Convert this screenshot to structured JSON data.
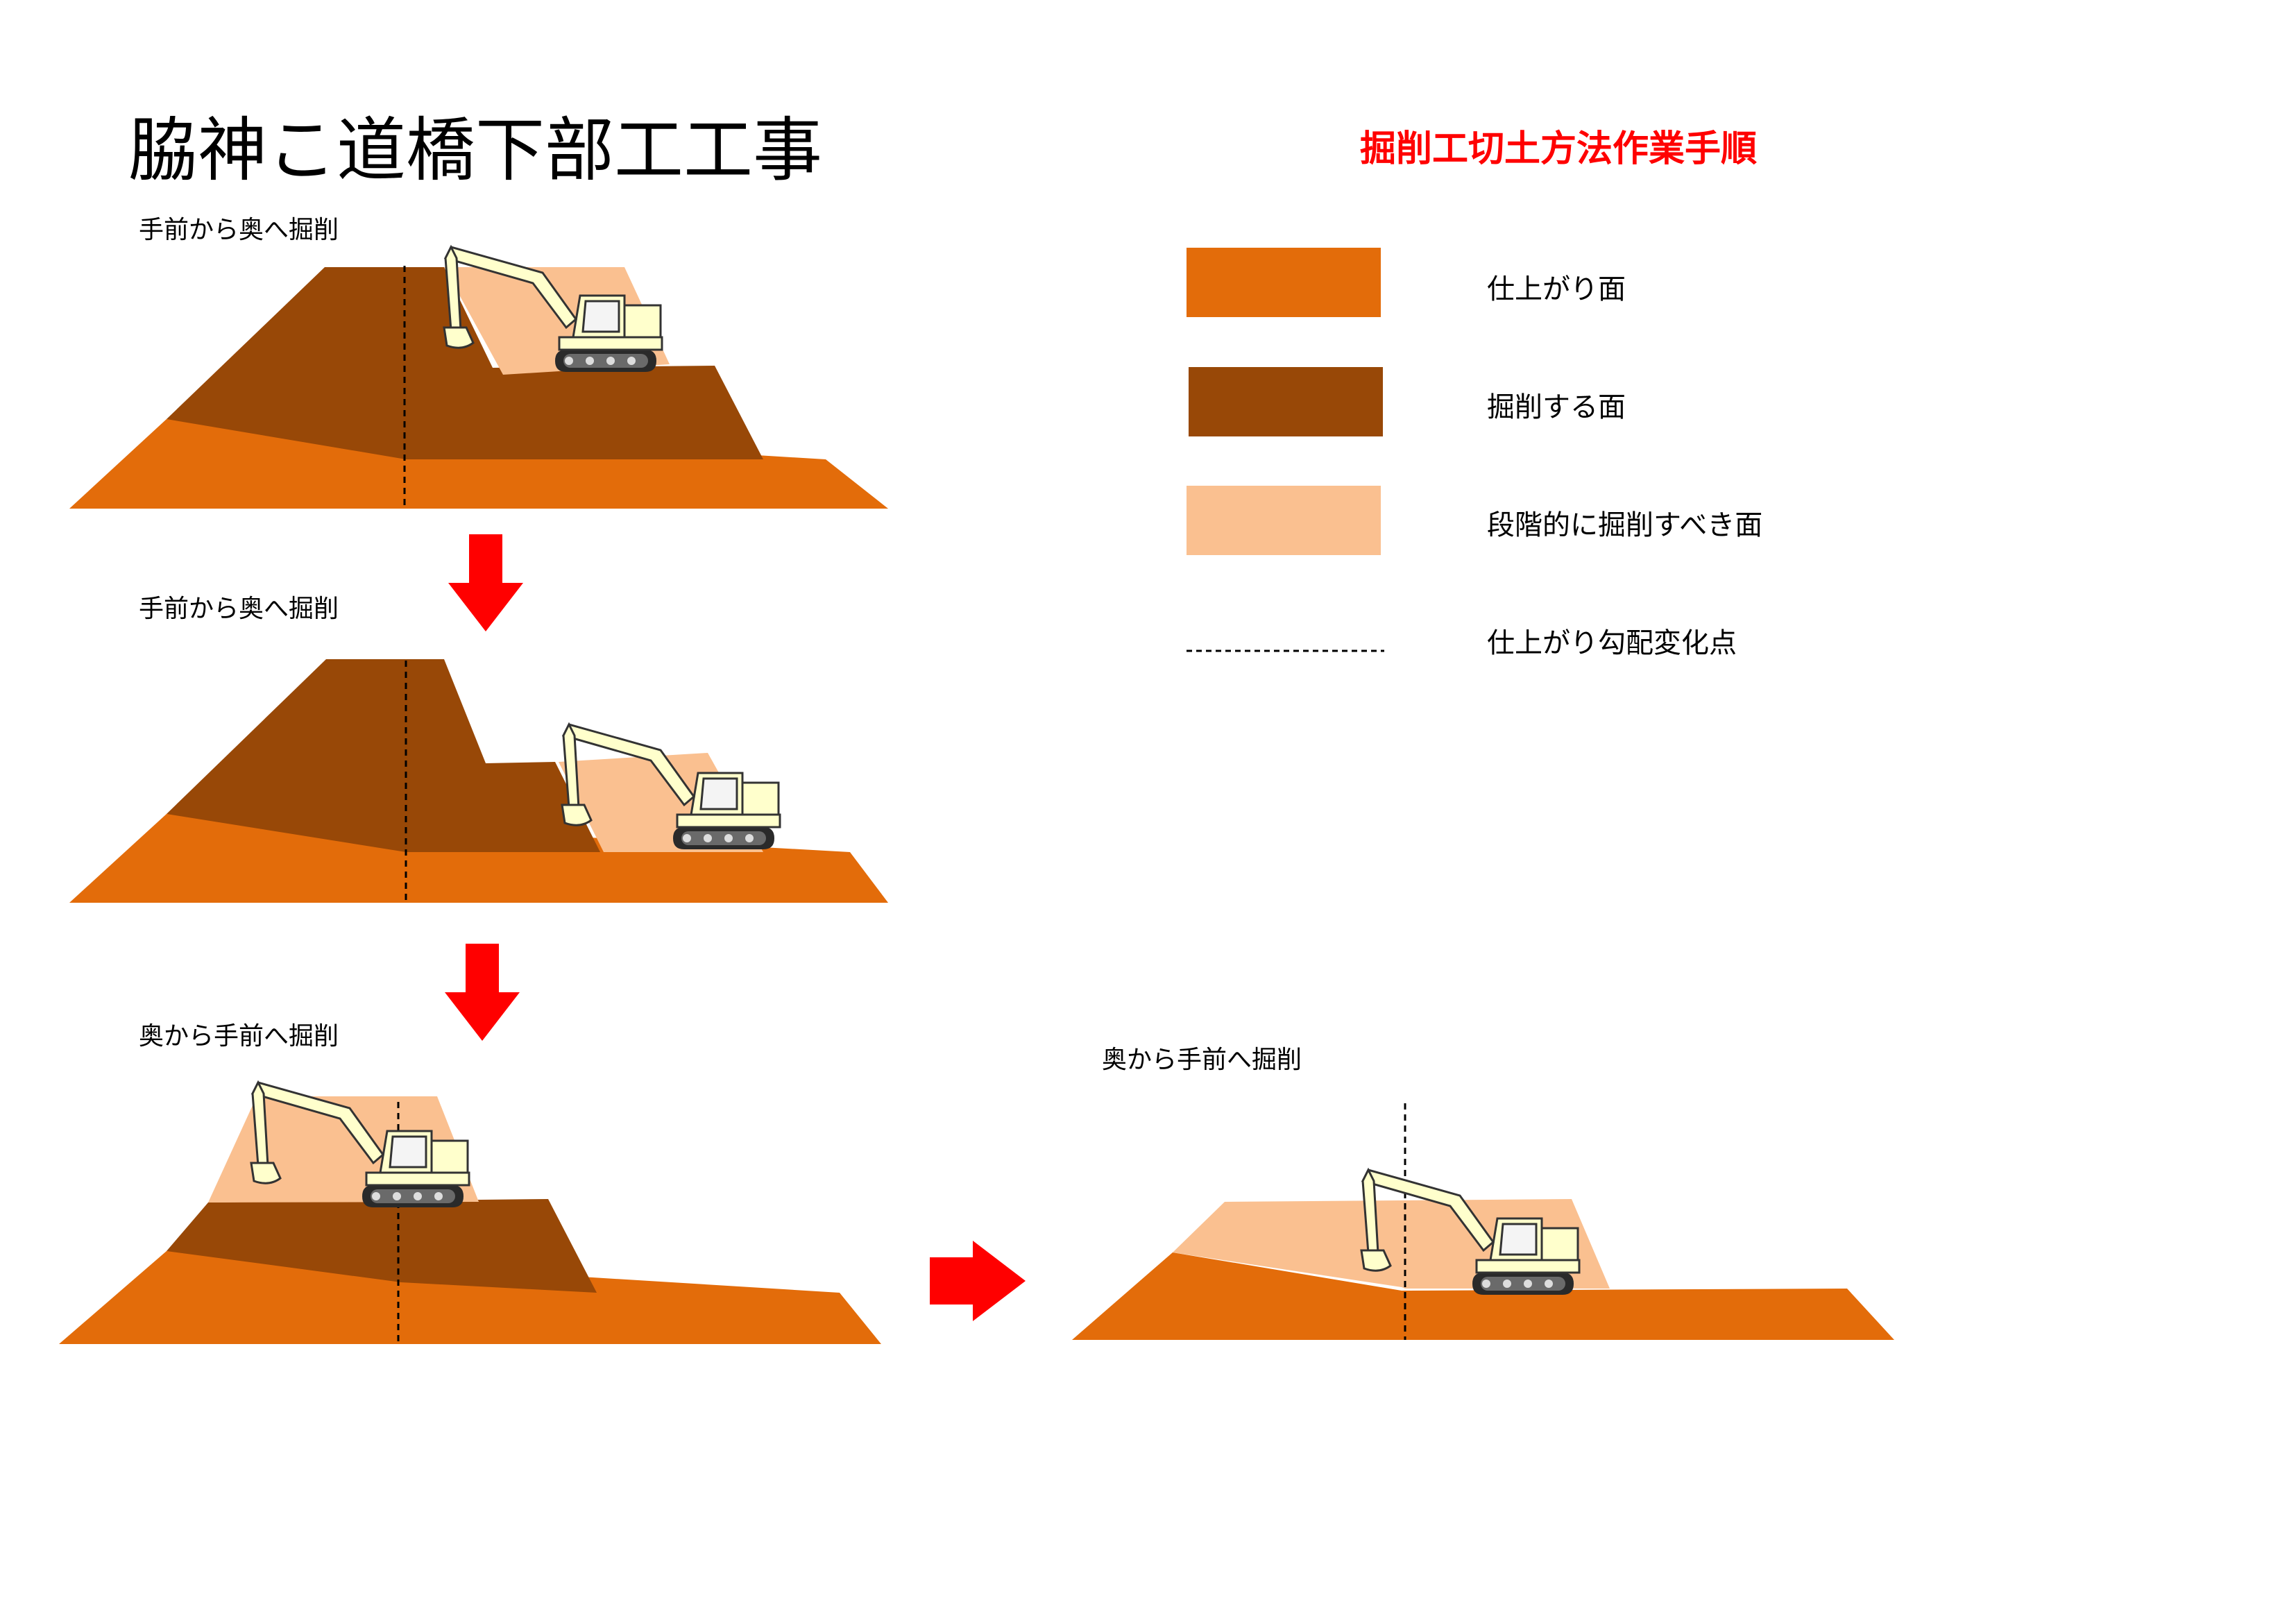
{
  "title": "脇神こ道橋下部工工事",
  "procedure_title": "掘削工切土方法作業手順",
  "colors": {
    "title_red": "#ff0000",
    "finish": "#e36c0a",
    "excavate": "#984807",
    "staged": "#fac090",
    "arrow": "#ff0000",
    "machine_body": "#ffffcc"
  },
  "steps": [
    {
      "caption": "手前から奥へ掘削"
    },
    {
      "caption": "手前から奥へ掘削"
    },
    {
      "caption": "奥から手前へ掘削"
    },
    {
      "caption": "奥から手前へ掘削"
    }
  ],
  "legend": [
    {
      "label": "仕上がり面",
      "swatch": "finish"
    },
    {
      "label": "掘削する面",
      "swatch": "excavate"
    },
    {
      "label": "段階的に掘削すべき面",
      "swatch": "staged"
    },
    {
      "label": "仕上がり勾配変化点",
      "swatch": "dashed-line"
    }
  ],
  "icons": [
    "arrow-down-icon",
    "arrow-right-icon",
    "excavator-icon"
  ]
}
